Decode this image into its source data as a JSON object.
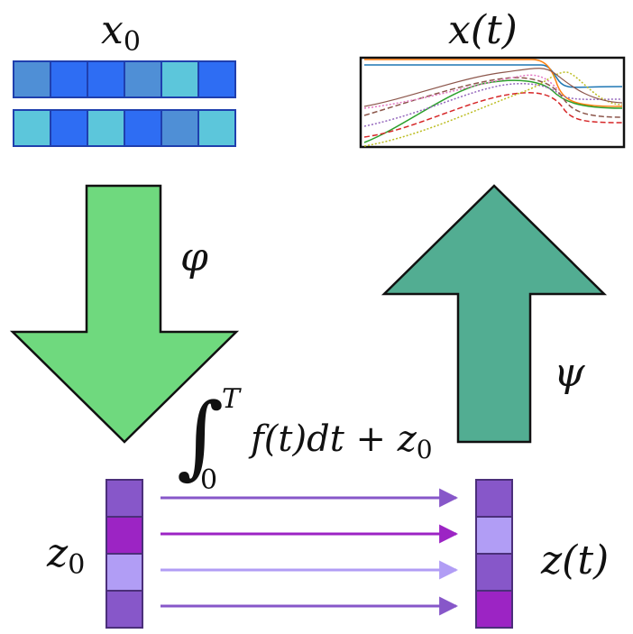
{
  "labels": {
    "x0": "x",
    "x0_sub": "0",
    "xt": "x(t)",
    "phi": "φ",
    "psi": "ψ",
    "z0": "z",
    "z0_sub": "0",
    "zt": "z(t)",
    "integral_symbol": "∫",
    "integral_upper": "T",
    "integral_lower": "0",
    "integrand": "f(t)dt + z",
    "integrand_sub": "0"
  },
  "colors": {
    "encoder_arrow": "#6fd97e",
    "decoder_arrow": "#52ad92",
    "input_cells": [
      "#4f8fd6",
      "#2e6df3",
      "#5cc6db"
    ],
    "latent_cells": [
      "#8757c9",
      "#9c24c4",
      "#b19df5",
      "#8757c9"
    ],
    "latent_out_cells": [
      "#8757c9",
      "#b19df5",
      "#8757c9",
      "#9c24c4"
    ]
  },
  "input_rows": [
    [
      "#4f8fd6",
      "#2e6df3",
      "#2e6df3",
      "#4f8fd6",
      "#5cc6db",
      "#2e6df3"
    ],
    [
      "#5cc6db",
      "#2e6df3",
      "#5cc6db",
      "#2e6df3",
      "#4f8fd6",
      "#5cc6db"
    ]
  ],
  "latent_in": [
    "#8757c9",
    "#9c24c4",
    "#b19df5",
    "#8757c9"
  ],
  "latent_out": [
    "#8757c9",
    "#b19df5",
    "#8757c9",
    "#9c24c4"
  ],
  "flow_arrows": [
    "#8757c9",
    "#9c24c4",
    "#b19df5",
    "#8757c9"
  ],
  "trajectory_colors": [
    "#1f77b4",
    "#ff7f0e",
    "#2ca02c",
    "#d62728",
    "#9467bd",
    "#8c564b",
    "#e377c2",
    "#bcbd22"
  ]
}
